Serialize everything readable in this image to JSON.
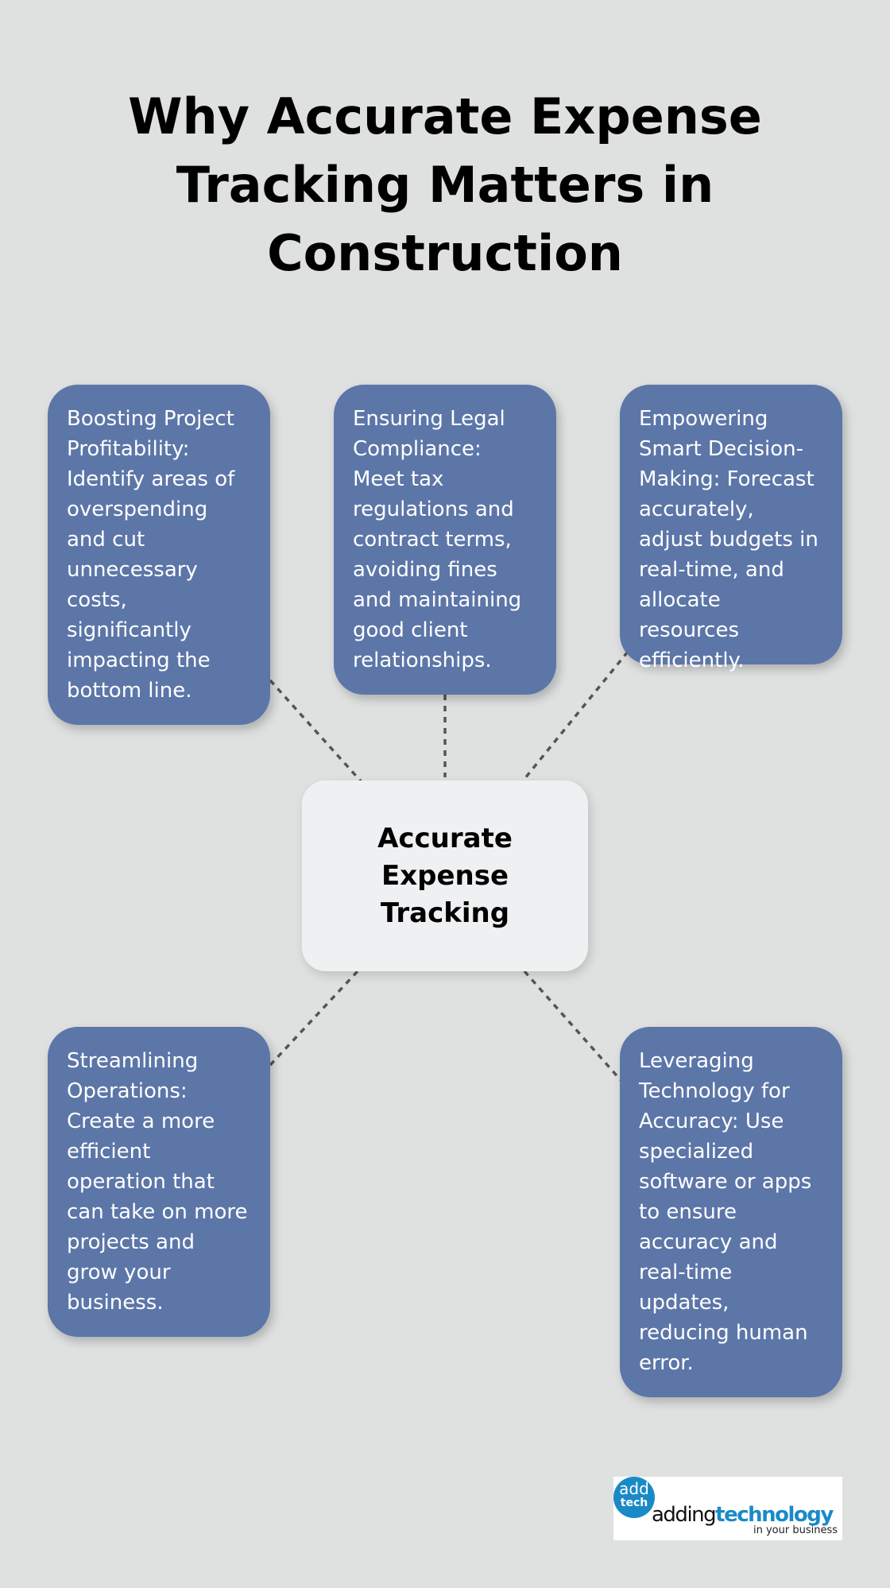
{
  "title": "Why Accurate Expense Tracking Matters in Construction",
  "center": "Accurate Expense Tracking",
  "cards": [
    {
      "text": "Boosting Project Profitability: Identify areas of overspending and cut unnecessary costs, significantly impacting the bottom line."
    },
    {
      "text": "Ensuring Legal Compliance: Meet tax regulations and contract terms, avoiding fines and maintaining good client relationships."
    },
    {
      "text": "Empowering Smart Decision-Making: Forecast accurately, adjust budgets in real-time, and allocate resources efficiently."
    },
    {
      "text": "Streamlining Operations: Create a more efficient operation that can take on more projects and grow your business."
    },
    {
      "text": "Leveraging Technology for Accuracy: Use specialized software or apps to ensure accuracy and real-time updates, reducing human error."
    }
  ],
  "logo": {
    "badge_line1": "add",
    "badge_line2": "tech",
    "word_part1": "adding",
    "word_part2": "technology",
    "tagline": "in your business"
  },
  "colors": {
    "background": "#dfe1e1",
    "card": "#5c76a8",
    "center_box": "#eff0f2",
    "connector": "#555555",
    "logo_accent": "#1a8ac6"
  }
}
